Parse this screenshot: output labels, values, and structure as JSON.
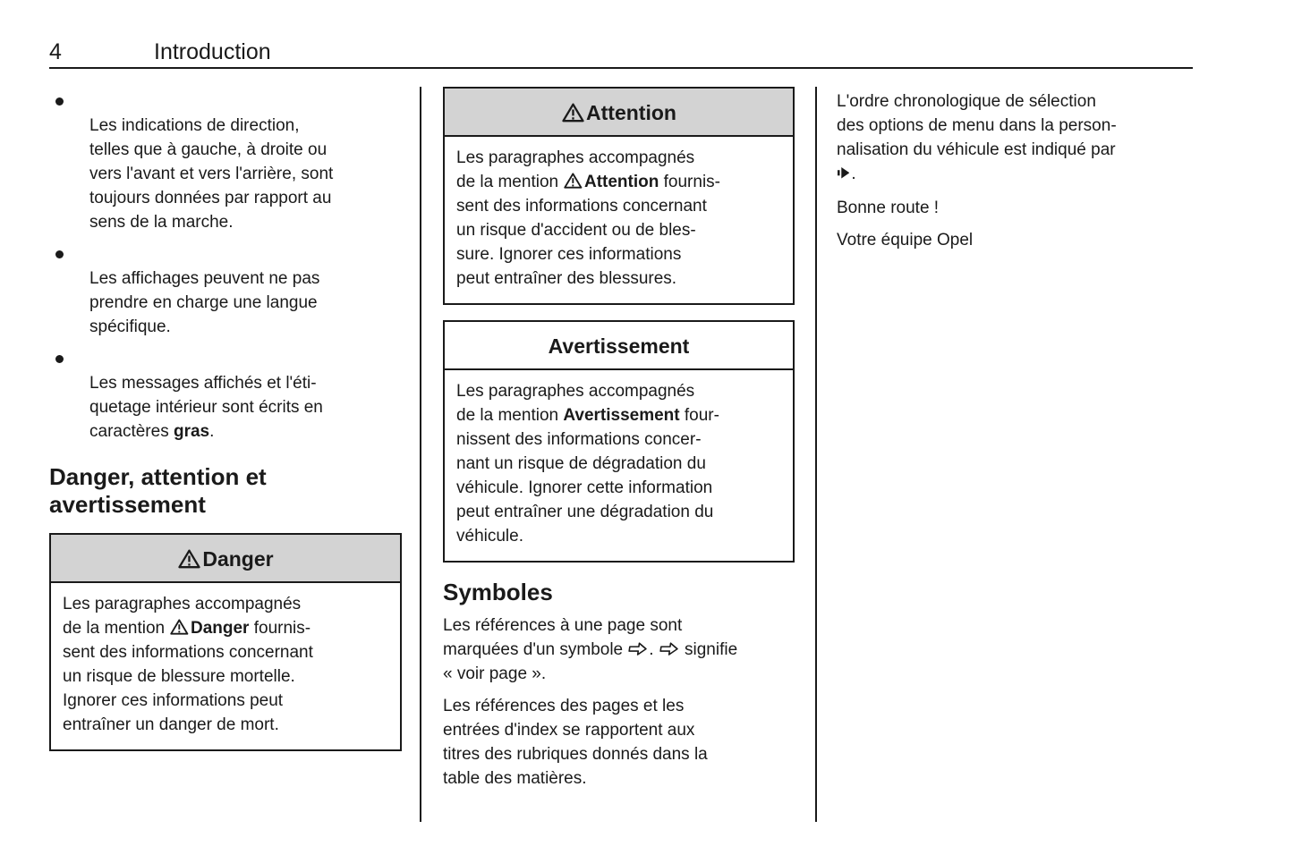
{
  "page": {
    "number": "4",
    "title": "Introduction"
  },
  "colors": {
    "page_bg": "#ffffff",
    "text": "#1a1a1a",
    "line": "#1a1a1a",
    "box_header_bg": "#d3d3d3"
  },
  "left_column": {
    "bullets": [
      {
        "runs": [
          {
            "t": "Les indications de direction,\ntelles que à gauche, à droite ou\nvers l'avant et vers l'arrière, sont\ntoujours données par rapport au\nsens de la marche."
          }
        ]
      },
      {
        "runs": [
          {
            "t": "Les affichages peuvent ne pas\nprendre en charge une langue\nspécifique."
          }
        ]
      },
      {
        "runs": [
          {
            "t": "Les messages affichés et l'éti-\nquetage intérieur sont écrits en\ncaractères "
          },
          {
            "t": "gras",
            "b": true
          },
          {
            "t": "."
          }
        ]
      }
    ],
    "heading": "Danger, attention et\navertissement",
    "danger_box": {
      "title_runs": [
        {
          "icon": "warning-triangle"
        },
        {
          "t": "Danger",
          "b": true
        }
      ],
      "body_runs": [
        {
          "t": "Les paragraphes accompagnés\nde la mention "
        },
        {
          "icon": "warning-triangle"
        },
        {
          "t": "Danger",
          "b": true
        },
        {
          "t": " fournis-\nsent des informations concernant\nun risque de blessure mortelle.\nIgnorer ces informations peut\nentraîner un danger de mort."
        }
      ]
    }
  },
  "middle_column": {
    "attention_box": {
      "title_runs": [
        {
          "icon": "warning-triangle"
        },
        {
          "t": "Attention",
          "b": true
        }
      ],
      "body_runs": [
        {
          "t": "Les paragraphes accompagnés\nde la mention "
        },
        {
          "icon": "warning-triangle"
        },
        {
          "t": "Attention",
          "b": true
        },
        {
          "t": " fournis-\nsent des informations concernant\nun risque d'accident ou de bles-\nsure. Ignorer ces informations\npeut entraîner des blessures."
        }
      ]
    },
    "warning_box": {
      "title_runs": [
        {
          "t": "Avertissement",
          "b": true
        }
      ],
      "body_runs": [
        {
          "t": "Les paragraphes accompagnés\nde la mention "
        },
        {
          "t": "Avertissement",
          "b": true
        },
        {
          "t": " four-\nnissent des informations concer-\nnant un risque de dégradation du\nvéhicule. Ignorer cette information\npeut entraîner une dégradation du\nvéhicule."
        }
      ]
    },
    "symbols": {
      "heading": "Symboles",
      "p1_runs": [
        {
          "t": "Les références à une page sont\nmarquées d'un symbole "
        },
        {
          "icon": "page-reference-arrow"
        },
        {
          "t": ". "
        },
        {
          "icon": "page-reference-arrow"
        },
        {
          "t": " signifie\n« voir page »."
        }
      ],
      "p2_runs": [
        {
          "t": "Les références des pages et les\nentrées d'index se rapportent aux\ntitres des rubriques donnés dans la\ntable des matières."
        }
      ]
    }
  },
  "right_column": {
    "p1_runs": [
      {
        "t": "L'ordre chronologique de sélection\ndes options de menu dans la person-\nnalisation du véhicule est indiqué par\n"
      },
      {
        "icon": "menu-sequence-arrow"
      },
      {
        "t": "."
      }
    ],
    "closing": "Bonne route !",
    "signature": "Votre équipe Opel"
  }
}
